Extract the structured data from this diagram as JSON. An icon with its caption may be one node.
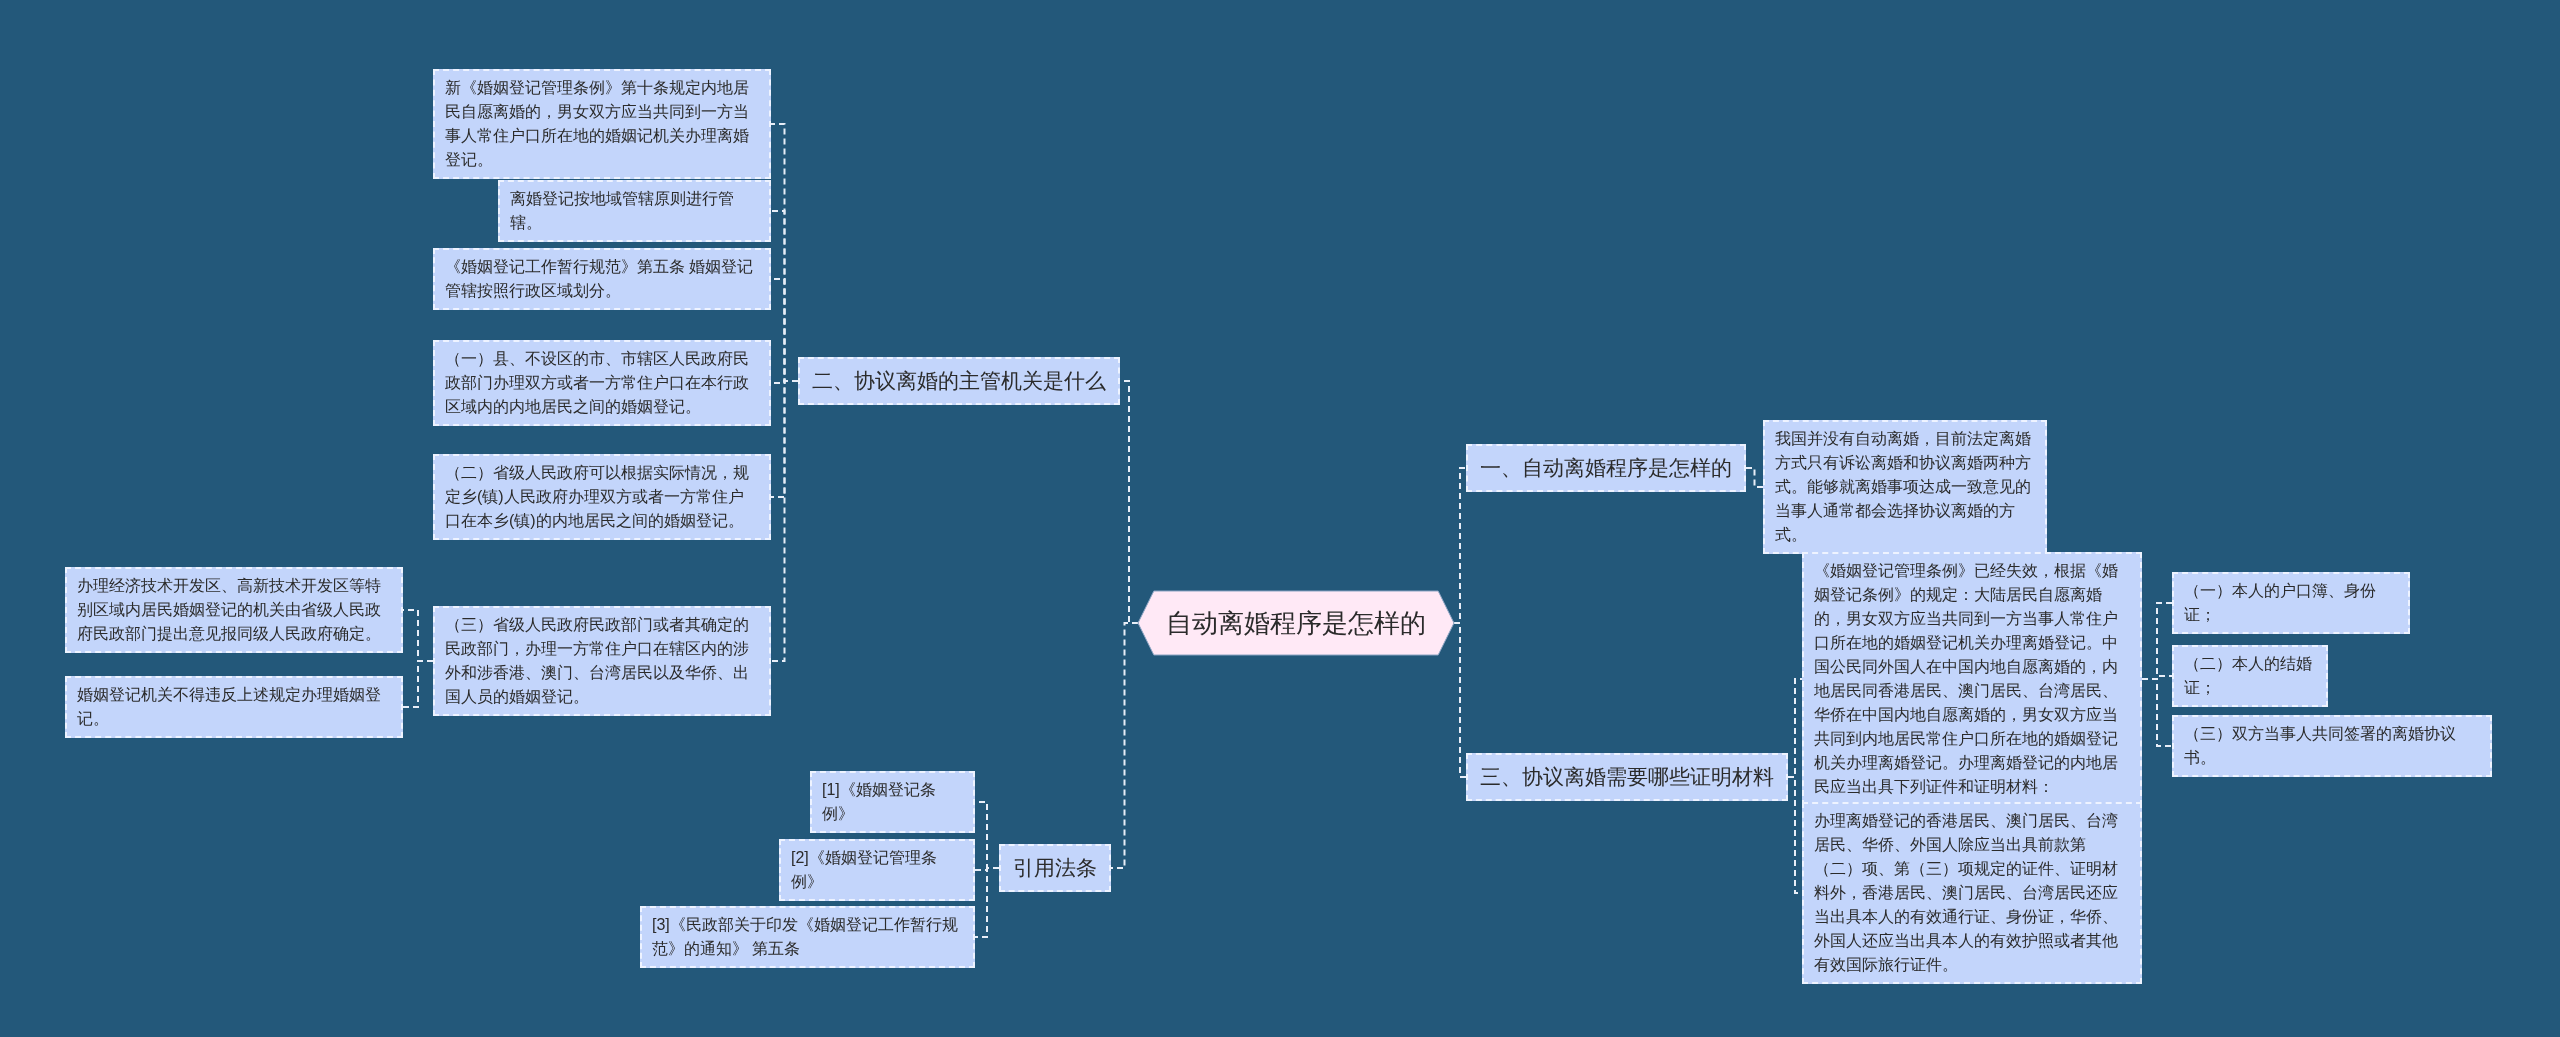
{
  "diagram": {
    "nodes": [
      {
        "text": [
          "自动离婚程序是怎样的"
        ]
      },
      {
        "text": [
          "二、协议离婚的主管机关是什么"
        ]
      },
      {
        "text": [
          "新《婚姻登记管理条例》第十条规定内地居民自愿离婚的，男女双方应当共同到一方当事人常住户口所在地的婚姻记机关办理离婚登记。"
        ]
      },
      {
        "text": [
          "离婚登记按地域管辖原则进行管辖。"
        ]
      },
      {
        "text": [
          "《婚姻登记工作暂行规范》第五条 婚姻登记管辖按照行政区域划分。"
        ]
      },
      {
        "text": [
          "（一）县、不设区的市、市辖区人民政府民政部门办理双方或者一方常住户口在本行政区域内的内地居民之间的婚姻登记。"
        ]
      },
      {
        "text": [
          "（二）省级人民政府可以根据实际情况，规定乡(镇)人民政府办理双方或者一方常住户口在本乡(镇)的内地居民之间的婚姻登记。"
        ]
      },
      {
        "text": [
          "（三）省级人民政府民政部门或者其确定的民政部门，办理一方常住户口在辖区内的涉外和涉香港、澳门、台湾居民以及华侨、出国人员的婚姻登记。"
        ]
      },
      {
        "text": [
          "办理经济技术开发区、高新技术开发区等特别区域内居民婚姻登记的机关由省级人民政府民政部门提出意见报同级人民政府确定。"
        ]
      },
      {
        "text": [
          "婚姻登记机关不得违反上述规定办理婚姻登记。"
        ]
      },
      {
        "text": [
          "引用法条"
        ]
      },
      {
        "text": [
          "[1]《婚姻登记条例》"
        ]
      },
      {
        "text": [
          "[2]《婚姻登记管理条例》"
        ]
      },
      {
        "text": [
          "[3]《民政部关于印发《婚姻登记工作暂行规范》的通知》 第五条"
        ]
      },
      {
        "text": [
          "一、自动离婚程序是怎样的"
        ]
      },
      {
        "text": [
          "我国并没有自动离婚，目前法定离婚方式只有诉讼离婚和协议离婚两种方式。能够就离婚事项达成一致意见的当事人通常都会选择协议离婚的方式。"
        ]
      },
      {
        "text": [
          "三、协议离婚需要哪些证明材料"
        ]
      },
      {
        "text": [
          "《婚姻登记管理条例》已经失效，根据《婚姻登记条例》的规定：大陆居民自愿离婚的，男女双方应当共同到一方当事人常住户口所在地的婚姻登记机关办理离婚登记。中国公民同外国人在中国内地自愿离婚的，内地居民同香港居民、澳门居民、台湾居民、华侨在中国内地自愿离婚的，男女双方应当共同到内地居民常住户口所在地的婚姻登记机关办理离婚登记。办理离婚登记的内地居民应当出具下列证件和证明材料："
        ]
      },
      {
        "text": [
          "（一）本人的户口簿、身份证；"
        ]
      },
      {
        "text": [
          "（二）本人的结婚证；"
        ]
      },
      {
        "text": [
          "（三）双方当事人共同签署的离婚协议书。"
        ]
      },
      {
        "text": [
          "办理离婚登记的香港居民、澳门居民、台湾居民、华侨、外国人除应当出具前款第（二）项、第（三）项规定的证件、证明材料外，香港居民、澳门居民、台湾居民还应当出具本人的有效通行证、身份证，华侨、外国人还应当出具本人的有效护照或者其他有效国际旅行证件。"
        ]
      }
    ],
    "edges": [
      {
        "from": 0,
        "to": 1,
        "arrow": "none"
      },
      {
        "from": 1,
        "to": 2,
        "arrow": "none"
      },
      {
        "from": 1,
        "to": 3,
        "arrow": "none"
      },
      {
        "from": 1,
        "to": 4,
        "arrow": "none"
      },
      {
        "from": 1,
        "to": 5,
        "arrow": "none"
      },
      {
        "from": 1,
        "to": 6,
        "arrow": "none"
      },
      {
        "from": 1,
        "to": 7,
        "arrow": "none"
      },
      {
        "from": 7,
        "to": 8,
        "arrow": "none"
      },
      {
        "from": 7,
        "to": 9,
        "arrow": "none"
      },
      {
        "from": 0,
        "to": 10,
        "arrow": "none"
      },
      {
        "from": 10,
        "to": 11,
        "arrow": "none"
      },
      {
        "from": 10,
        "to": 12,
        "arrow": "none"
      },
      {
        "from": 10,
        "to": 13,
        "arrow": "none"
      },
      {
        "from": 0,
        "to": 14,
        "arrow": "none"
      },
      {
        "from": 14,
        "to": 15,
        "arrow": "none"
      },
      {
        "from": 0,
        "to": 16,
        "arrow": "none"
      },
      {
        "from": 16,
        "to": 17,
        "arrow": "none"
      },
      {
        "from": 17,
        "to": 18,
        "arrow": "none"
      },
      {
        "from": 17,
        "to": 19,
        "arrow": "none"
      },
      {
        "from": 17,
        "to": 20,
        "arrow": "none"
      },
      {
        "from": 16,
        "to": 21,
        "arrow": "none"
      }
    ]
  }
}
